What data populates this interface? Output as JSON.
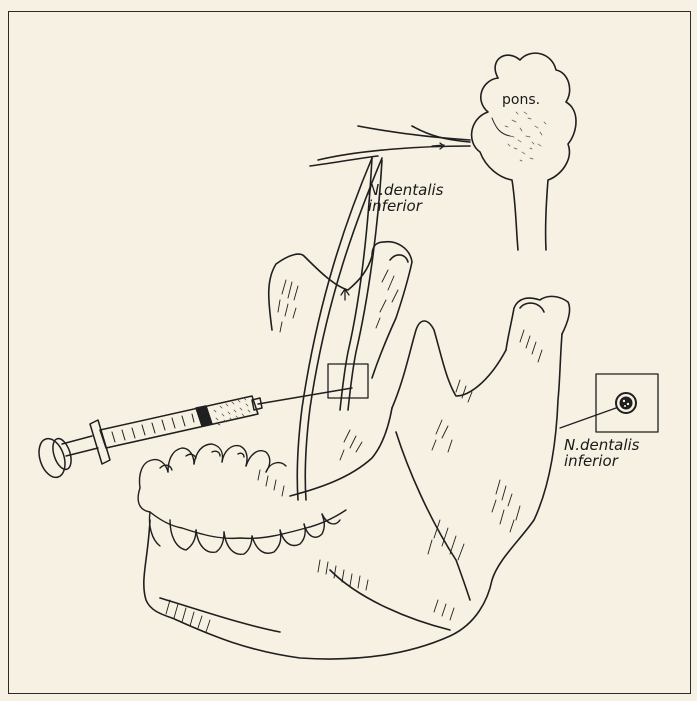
{
  "labels": {
    "pons": "pons.",
    "nerve_main": {
      "line1": "N.dentalis",
      "line2": "inferior"
    },
    "nerve_inset": {
      "line1": "N.dentalis",
      "line2": "inferior"
    }
  },
  "colors": {
    "background": "#f6f1e3",
    "ink": "#1f1f1f"
  }
}
